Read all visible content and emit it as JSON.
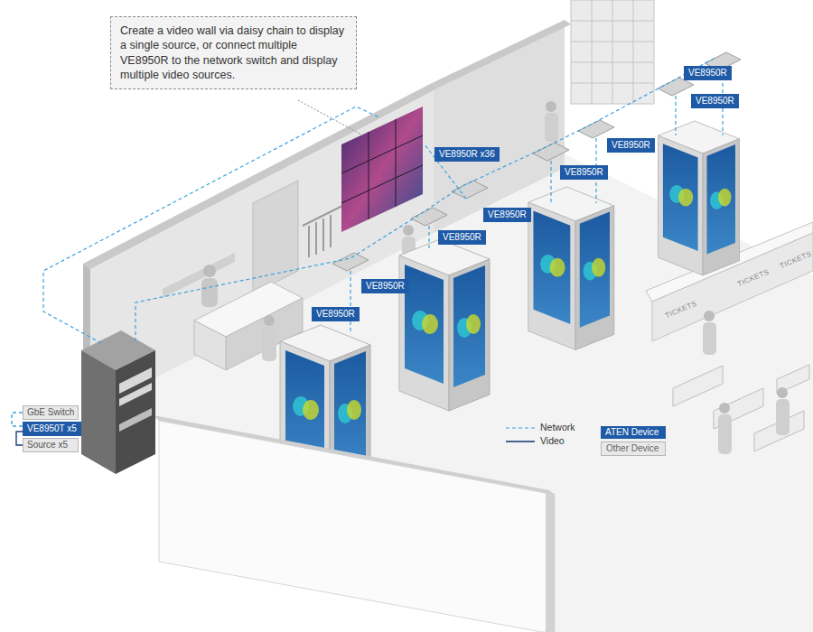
{
  "diagram": {
    "nodes": [
      {
        "text": [
          "Create a video wall via daisy chain to display a single source, or connect multiple VE8950R to the network switch and display multiple video sources."
        ]
      },
      {
        "text": [
          "VE8950R"
        ]
      },
      {
        "text": [
          "VE8950R"
        ]
      },
      {
        "text": [
          "VE8950R"
        ]
      },
      {
        "text": [
          "VE8950R x36"
        ]
      },
      {
        "text": [
          "VE8950R"
        ]
      },
      {
        "text": [
          "VE8950R"
        ]
      },
      {
        "text": [
          "VE8950R"
        ]
      },
      {
        "text": [
          "VE8950R"
        ]
      },
      {
        "text": [
          "VE8950R"
        ]
      },
      {
        "text": [
          "GbE Switch"
        ]
      },
      {
        "text": [
          "VE8950T x5"
        ]
      },
      {
        "text": [
          "Source x5"
        ]
      }
    ],
    "edges": [
      {
        "from": 10,
        "to": 11,
        "arrow": "none"
      },
      {
        "from": 11,
        "to": 12,
        "arrow": "none"
      }
    ],
    "labels": [
      "TICKETS",
      "TICKETS",
      "TICKETS"
    ],
    "legend": [
      {
        "text": "Network"
      },
      {
        "text": "Video"
      },
      {
        "text": "ATEN Device",
        "color": "#1f5aa6"
      },
      {
        "text": "Other Device",
        "color": "#e8e8e8"
      }
    ]
  }
}
